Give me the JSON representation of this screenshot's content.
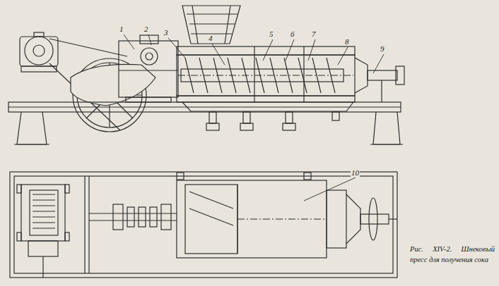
{
  "diagram": {
    "caption": "Рис. XIV-2. Шнековый пресс для получения сока",
    "labels": [
      "1",
      "2",
      "3",
      "4",
      "5",
      "6",
      "7",
      "8",
      "9",
      "10"
    ]
  }
}
